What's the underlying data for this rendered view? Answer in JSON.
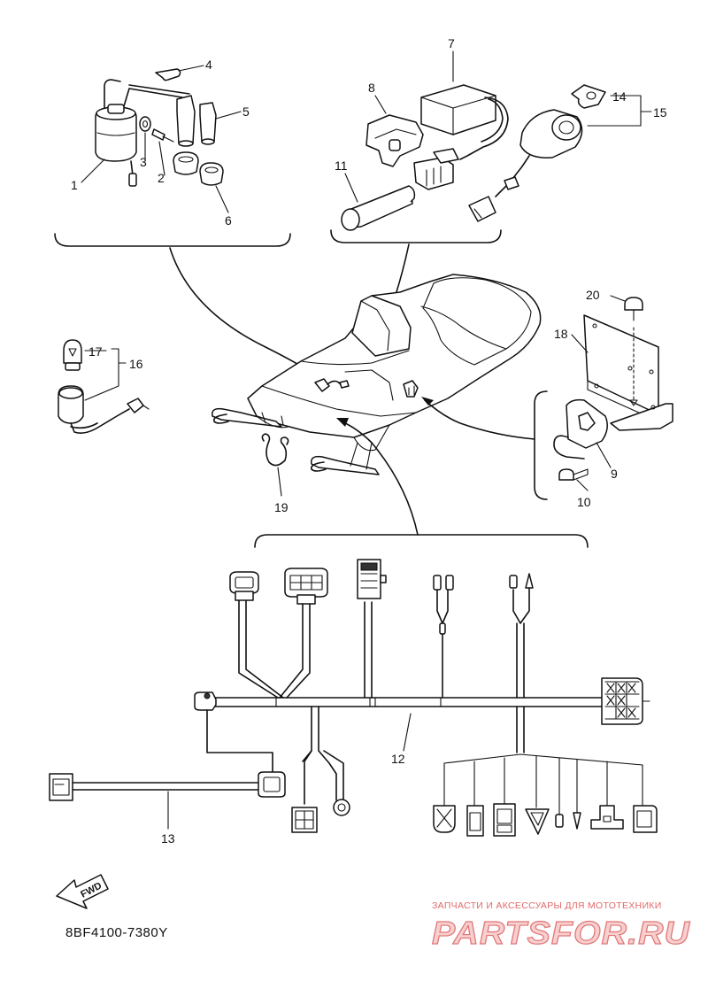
{
  "diagram": {
    "part_numbers": [
      "1",
      "2",
      "3",
      "4",
      "5",
      "6",
      "7",
      "8",
      "9",
      "10",
      "11",
      "12",
      "13",
      "14",
      "15",
      "16",
      "17",
      "18",
      "19",
      "20"
    ],
    "diagram_code": "8BF4100-7380Y",
    "fwd_label": "FWD"
  },
  "watermark": {
    "subtitle": "ЗАПЧАСТИ И АКСЕССУАРЫ ДЛЯ МОТОТЕХНИКИ",
    "brand": "PARTSFOR.RU",
    "colors": {
      "primary": "#e07777",
      "fill": "#f7cfcf"
    }
  }
}
